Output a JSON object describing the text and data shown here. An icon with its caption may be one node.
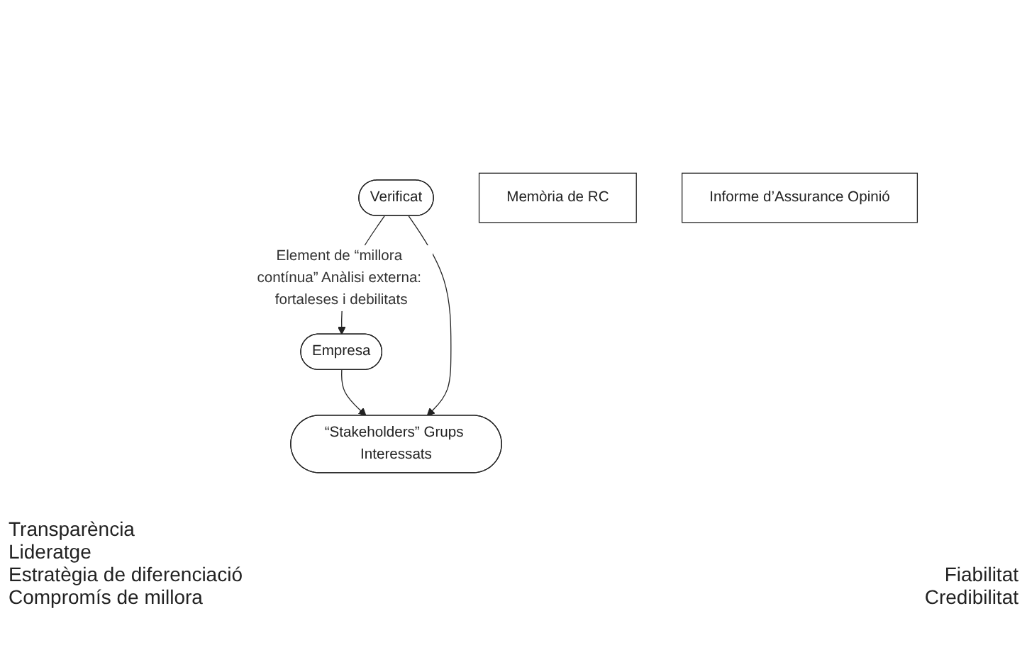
{
  "diagram": {
    "nodes": [
      {
        "text": [
          "Empresa"
        ]
      },
      {
        "text": [
          "Verificat"
        ]
      },
      {
        "text": [
          "Memòria de RC"
        ]
      },
      {
        "text": [
          "Informe d’Assurance Opinió"
        ]
      },
      {
        "text": [
          "“Stakeholders” Grups Interessats"
        ]
      }
    ],
    "edges": [
      {
        "from": 1,
        "to": 0,
        "arrow": "to",
        "label": "Element de “millora contínua” Anàlisi externa: fortaleses i debilitats"
      },
      {
        "from": 0,
        "to": 4,
        "arrow": "to"
      },
      {
        "from": 1,
        "to": 4,
        "arrow": "to"
      }
    ],
    "labels": [
      "Transparència",
      "Lideratge",
      "Estratègia de diferenciació",
      "Compromís de millora",
      "Fiabilitat",
      "Credibilitat"
    ]
  }
}
